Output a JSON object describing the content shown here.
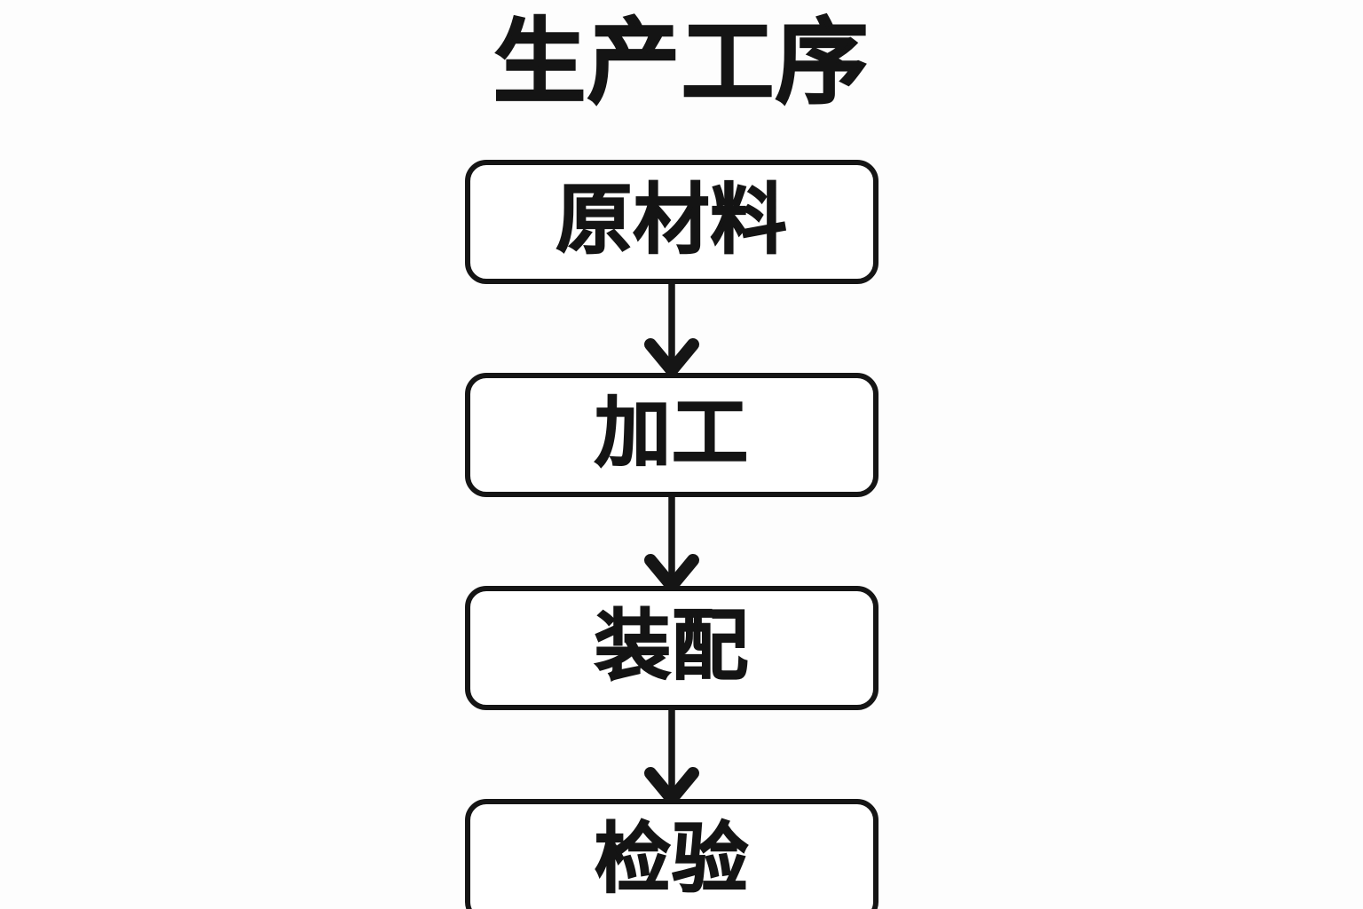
{
  "diagram": {
    "title": "生产工序",
    "type": "flowchart",
    "orientation": "vertical-top-to-bottom",
    "background_color": "#fdfdfd",
    "line_color": "#151515",
    "node_fill_color": "#ffffff",
    "nodes": [
      {
        "id": "raw-material",
        "label": "原材料",
        "order": 1
      },
      {
        "id": "processing",
        "label": "加工",
        "order": 2
      },
      {
        "id": "assembly",
        "label": "装配",
        "order": 3
      },
      {
        "id": "inspection",
        "label": "检验",
        "order": 4
      }
    ],
    "connectors": [
      {
        "id": "arrow-1",
        "from": "raw-material",
        "to": "processing",
        "icon": "arrow-down-icon"
      },
      {
        "id": "arrow-2",
        "from": "processing",
        "to": "assembly",
        "icon": "arrow-down-icon"
      },
      {
        "id": "arrow-3",
        "from": "assembly",
        "to": "inspection",
        "icon": "arrow-down-icon"
      }
    ]
  }
}
